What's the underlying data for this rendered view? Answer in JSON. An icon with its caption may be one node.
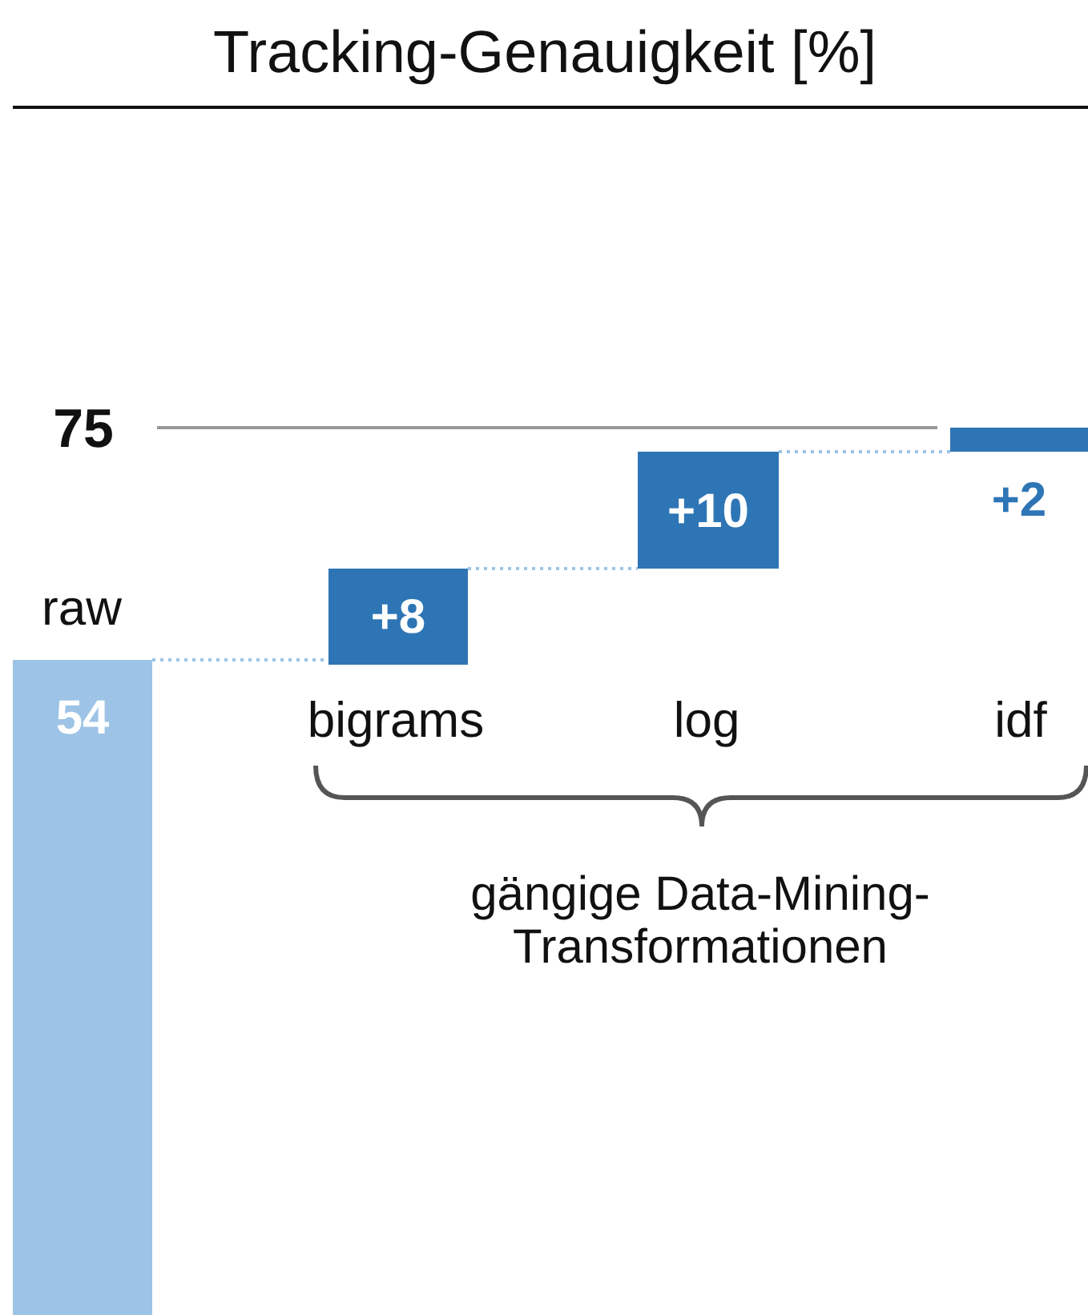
{
  "diagram": {
    "title": "Tracking-Genauigkeit [%]",
    "nodes": [
      {
        "text": [
          "54"
        ]
      },
      {
        "text": [
          "+8"
        ]
      },
      {
        "text": [
          "+10"
        ]
      },
      {
        "text": [
          "+2"
        ]
      }
    ],
    "edges": [
      {
        "from": 0,
        "to": 1,
        "arrow": "none",
        "style": "dashed"
      },
      {
        "from": 1,
        "to": 2,
        "arrow": "none",
        "style": "dashed"
      },
      {
        "from": 2,
        "to": 3,
        "arrow": "none",
        "style": "dashed"
      }
    ],
    "labels": [
      "75",
      "raw",
      "bigrams",
      "log",
      "idf",
      "gängige Data-Mining-Transformationen"
    ]
  }
}
